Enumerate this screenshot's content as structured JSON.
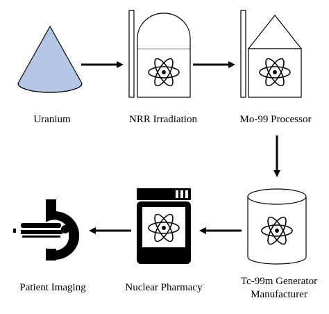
{
  "nodes": [
    {
      "id": "uranium",
      "label": "Uranium",
      "icon": "cone-icon"
    },
    {
      "id": "nrr",
      "label": "NRR Irradiation",
      "icon": "reactor-dome-atom-icon"
    },
    {
      "id": "mo99",
      "label": "Mo-99 Processor",
      "icon": "processor-building-atom-icon"
    },
    {
      "id": "tc99m",
      "label_line1": "Tc-99m Generator",
      "label_line2": "Manufacturer",
      "icon": "generator-cylinder-atom-icon"
    },
    {
      "id": "pharmacy",
      "label": "Nuclear Pharmacy",
      "icon": "pill-bottle-atom-icon"
    },
    {
      "id": "imaging",
      "label": "Patient Imaging",
      "icon": "scanner-patient-icon"
    }
  ],
  "edges": [
    {
      "from": "uranium",
      "to": "nrr"
    },
    {
      "from": "nrr",
      "to": "mo99"
    },
    {
      "from": "mo99",
      "to": "tc99m"
    },
    {
      "from": "tc99m",
      "to": "pharmacy"
    },
    {
      "from": "pharmacy",
      "to": "imaging"
    }
  ],
  "colors": {
    "cone_fill": "#b4c7e7",
    "stroke": "#000000",
    "background": "#ffffff"
  }
}
